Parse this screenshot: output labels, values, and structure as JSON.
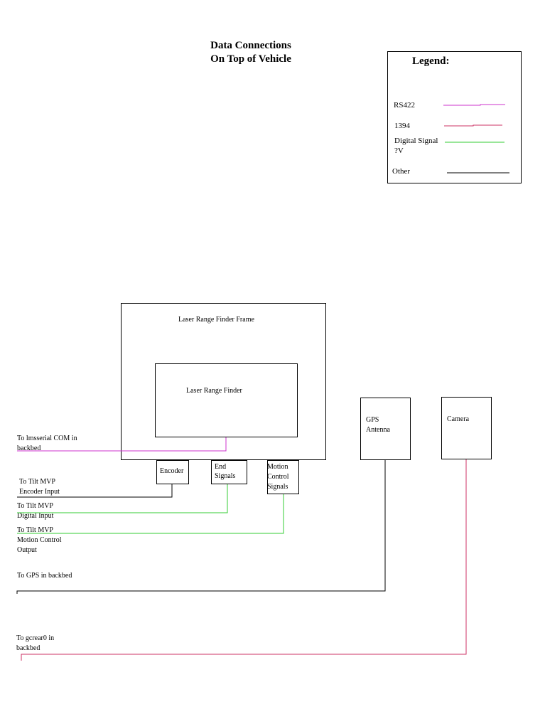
{
  "title": {
    "line1": "Data Connections",
    "line2": "On Top of Vehicle"
  },
  "legend": {
    "heading": "Legend:",
    "items": [
      {
        "label": "RS422",
        "color": "#cc33cc"
      },
      {
        "label": "1394",
        "color": "#cc3366"
      },
      {
        "label": "Digital Signal",
        "sublabel": "?V",
        "color": "#33cc33"
      },
      {
        "label": "Other",
        "color": "#000000"
      }
    ]
  },
  "components": {
    "frame": "Laser Range Finder Frame",
    "finder": "Laser Range Finder",
    "encoder": "Encoder",
    "end_signals": [
      "End",
      "Signals"
    ],
    "motion_control": [
      "Motion",
      "Control",
      "Signals"
    ],
    "gps": [
      "GPS",
      "Antenna"
    ],
    "camera": "Camera"
  },
  "connections": {
    "lmsserial": [
      "To lmsserial COM in",
      "backbed"
    ],
    "tilt_encoder": [
      "To Tilt MVP",
      "Encoder Input"
    ],
    "tilt_digital": [
      "To Tilt MVP",
      "Digital Input"
    ],
    "tilt_motion": [
      "To Tilt MVP",
      "Motion Control",
      "Output"
    ],
    "gps_backbed": "To GPS  in backbed",
    "gcrear": [
      "To gcrear0  in",
      "backbed"
    ]
  },
  "colors": {
    "rs422": "#cc33cc",
    "ieee1394": "#cc3366",
    "digital": "#33cc33",
    "other": "#000000"
  }
}
